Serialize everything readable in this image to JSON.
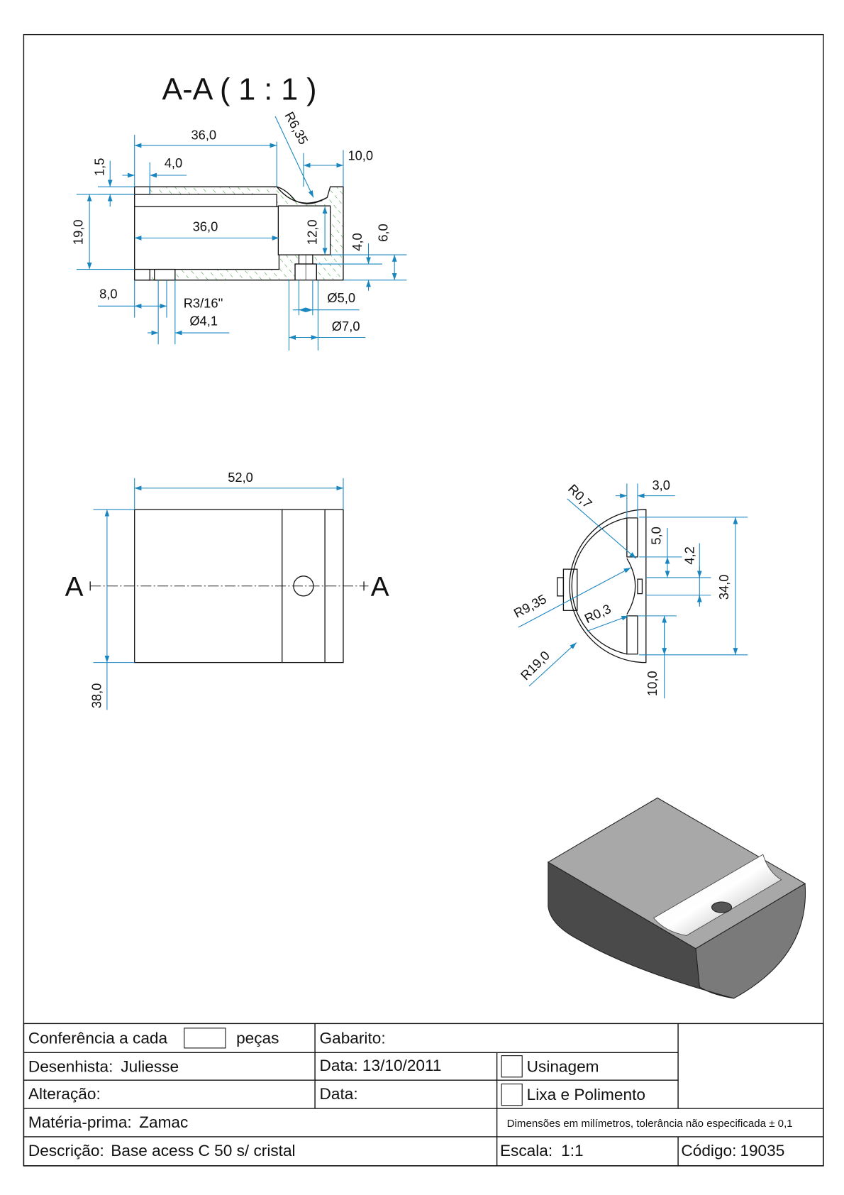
{
  "section_view": {
    "title": "A-A ( 1 : 1 )",
    "dims": {
      "length_outer": "36,0",
      "radius_groove": "R6,35",
      "end_wall": "10,0",
      "step_height": "1,5",
      "step_length": "4,0",
      "bore_height": "19,0",
      "length_inner": "36,0",
      "pocket_height": "12,0",
      "hole_depth": "4,0",
      "bottom_thickness": "6,0",
      "hole_offset": "8,0",
      "thread": "R3/16''",
      "hole_dia_small": "Ø4,1",
      "hole_dia_5": "Ø5,0",
      "hole_dia_7": "Ø7,0"
    }
  },
  "front_view": {
    "width": "52,0",
    "height": "38,0",
    "section_label_left": "A",
    "section_label_right": "A"
  },
  "side_view": {
    "dims": {
      "r_small": "R0,7",
      "slot_width": "3,0",
      "slot_depth": "5,0",
      "center_gap": "4,2",
      "total_height": "34,0",
      "r_inner": "R9,35",
      "r_fillet": "R0,3",
      "r_outer": "R19,0",
      "lower_slot": "10,0"
    }
  },
  "colors": {
    "dimension": "#1a86c0",
    "hatch": "#3a9a3a"
  },
  "title_block": {
    "check_prefix": "Conferência a cada",
    "check_suffix": "peças",
    "gabarito": "Gabarito:",
    "drafter_label": "Desenhista:",
    "drafter": "Juliesse",
    "date_label": "Data:",
    "date": "13/10/2011",
    "machining": "Usinagem",
    "change_label": "Alteração:",
    "change_date_label": "Data:",
    "polishing": "Lixa e Polimento",
    "material_label": "Matéria-prima:",
    "material": "Zamac",
    "tolerance_note": "Dimensões em milímetros, tolerância não especificada ± 0,1",
    "description_label": "Descrição:",
    "description": "Base acess C 50 s/ cristal",
    "scale_label": "Escala:",
    "scale": "1:1",
    "code_label": "Código:",
    "code": "19035"
  }
}
